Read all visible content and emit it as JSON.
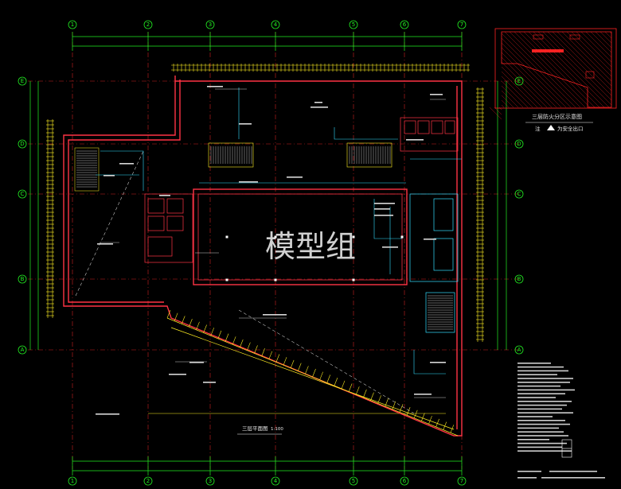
{
  "watermark": "模型组",
  "drawing": {
    "title": "三层平面图",
    "scale": "1:100"
  },
  "axes": {
    "columns": [
      "1",
      "2",
      "3",
      "4",
      "5",
      "6",
      "7"
    ],
    "rows": [
      "E",
      "D",
      "C",
      "B",
      "A"
    ]
  },
  "key_plan": {
    "title": "三层防火分区示意图",
    "legend_prefix": "注",
    "legend_text": "为安全出口"
  },
  "colors": {
    "background": "#000000",
    "axis": "#22ee22",
    "wall": "#ff3344",
    "dim": "#ffee22",
    "pipe": "#33ddff",
    "text": "#ffffff",
    "keyplan": "#ff2222"
  }
}
